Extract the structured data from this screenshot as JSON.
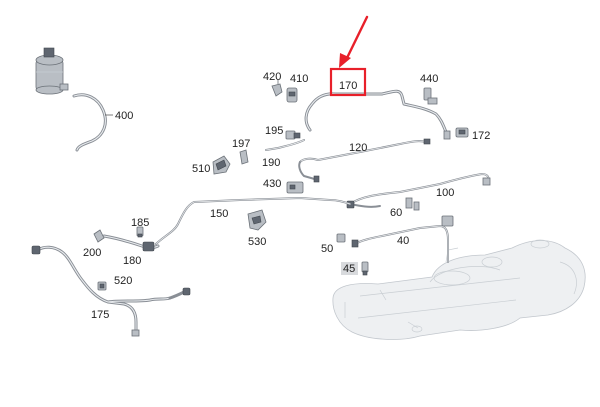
{
  "parts": [
    {
      "id": "p400",
      "label": "400"
    },
    {
      "id": "p420",
      "label": "420"
    },
    {
      "id": "p410",
      "label": "410"
    },
    {
      "id": "p170",
      "label": "170"
    },
    {
      "id": "p440",
      "label": "440"
    },
    {
      "id": "p195",
      "label": "195"
    },
    {
      "id": "p172",
      "label": "172"
    },
    {
      "id": "p197",
      "label": "197"
    },
    {
      "id": "p120",
      "label": "120"
    },
    {
      "id": "p510",
      "label": "510"
    },
    {
      "id": "p190",
      "label": "190"
    },
    {
      "id": "p430",
      "label": "430"
    },
    {
      "id": "p100",
      "label": "100"
    },
    {
      "id": "p150",
      "label": "150"
    },
    {
      "id": "p60",
      "label": "60"
    },
    {
      "id": "p185",
      "label": "185"
    },
    {
      "id": "p530",
      "label": "530"
    },
    {
      "id": "p40",
      "label": "40"
    },
    {
      "id": "p200",
      "label": "200"
    },
    {
      "id": "p180",
      "label": "180"
    },
    {
      "id": "p50",
      "label": "50"
    },
    {
      "id": "p45",
      "label": "45"
    },
    {
      "id": "p520",
      "label": "520"
    },
    {
      "id": "p175",
      "label": "175"
    }
  ],
  "highlight": {
    "part": "170",
    "color": "#e8202a"
  },
  "colors": {
    "pipe": "#8a8f96",
    "part": "#b9bec4",
    "tank": "#eef0f2",
    "label_bg_45": "#d8dadd"
  }
}
